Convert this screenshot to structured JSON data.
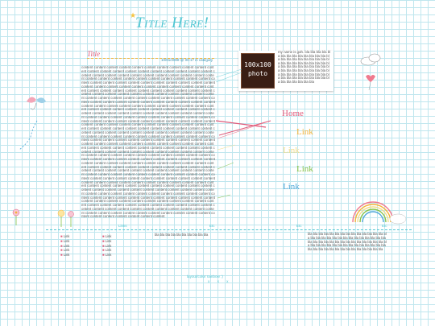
{
  "site": {
    "title": "Title Here!"
  },
  "post": {
    "title": "Title",
    "meta": "10/01/2008 @ 00:17 in category",
    "body_word": "content"
  },
  "photo": {
    "label": "100x100 photo"
  },
  "about": {
    "text": "my name is gah. bla bla bla bla bla bla bla bla bla bla bla bla bla bla bla bla bla bla bla bla bla bla bla bla bla bla bla bla bla bla bla bla bla bla bla bla bla bla bla bla bla bla bla bla bla bla bla bla bla bla bla bla bla bla bla bla bla bla bla bla bla bla bla bla bla bla bla bla bla bla bla bla bla bla"
  },
  "nav": [
    "Home",
    "Link",
    "Link",
    "Link",
    "Link"
  ],
  "footer": {
    "headings": [
      "Links",
      "Etc",
      "Etc",
      "Etc"
    ],
    "col1": [
      "Link",
      "Link",
      "Link",
      "Link",
      "Link"
    ],
    "col2": [
      "Link",
      "Link",
      "Link",
      "Link",
      "Link"
    ],
    "col3": "bla bla bla bla bla bla bla bla bla bla",
    "col4": "bla bla bla bla bla bla bla bla bla bla bla bla bla bla bla bla bla bla bla bla bla bla bla bla bla bla bla bla bla bla bla bla bla bla bla bla bla bla bla bla bla bla bla bla bla bla bla bla bla bla bla bla bla bla bla bla bla bla bla bla bla bla bla bla bla bla bla bla bla bla bla bla",
    "credit": "layout/color rainbow :)",
    "credit_dots": "x x x"
  },
  "colors": {
    "accent": "#4fc6d2",
    "pink": "#e05a7a",
    "orange": "#f4b43a",
    "grid": "#bfe6ee"
  }
}
